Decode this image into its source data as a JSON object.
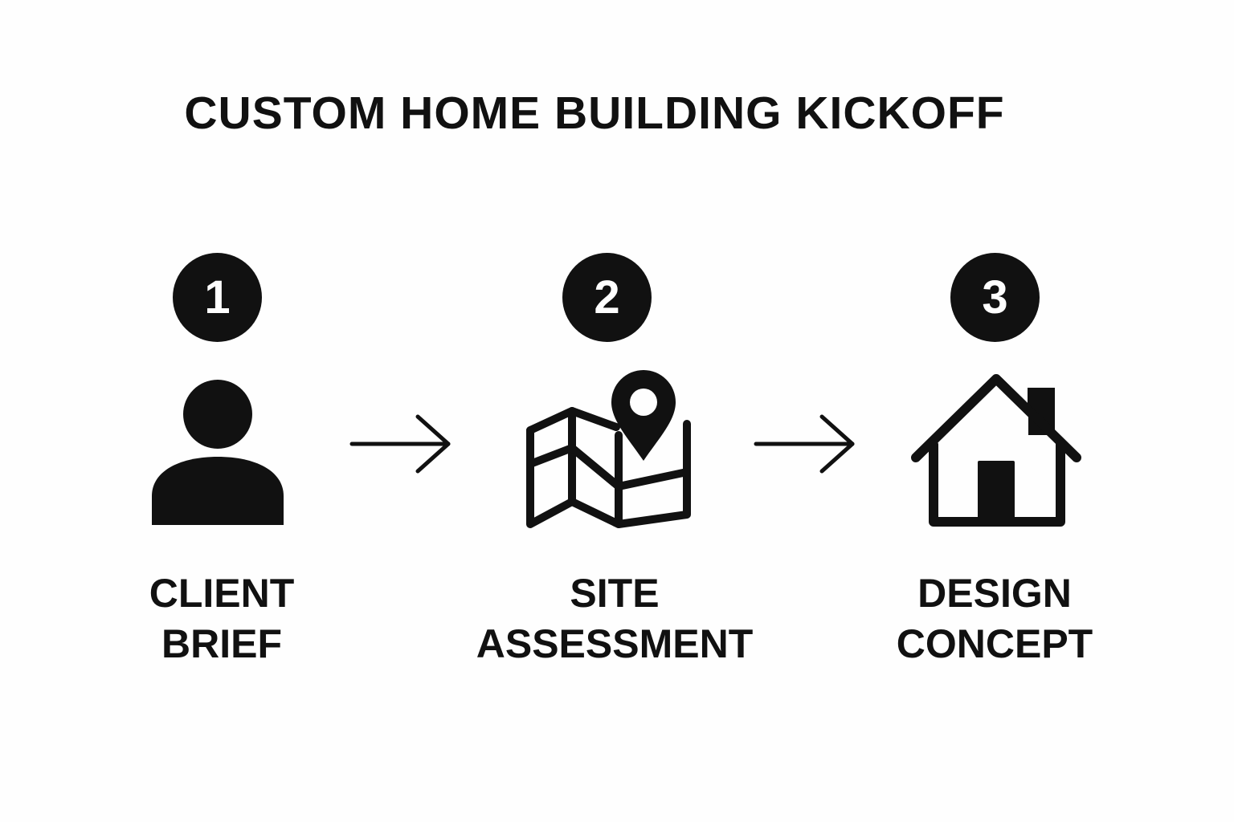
{
  "title": "CUSTOM HOME BUILDING KICKOFF",
  "steps": [
    {
      "number": "1",
      "label_line1": "CLIENT",
      "label_line2": "BRIEF",
      "icon": "person-icon"
    },
    {
      "number": "2",
      "label_line1": "SITE",
      "label_line2": "ASSESSMENT",
      "icon": "map-pin-icon"
    },
    {
      "number": "3",
      "label_line1": "DESIGN",
      "label_line2": "CONCEPT",
      "icon": "house-icon"
    }
  ],
  "colors": {
    "ink": "#111111",
    "background": "#fefefe",
    "badge_text": "#ffffff"
  }
}
